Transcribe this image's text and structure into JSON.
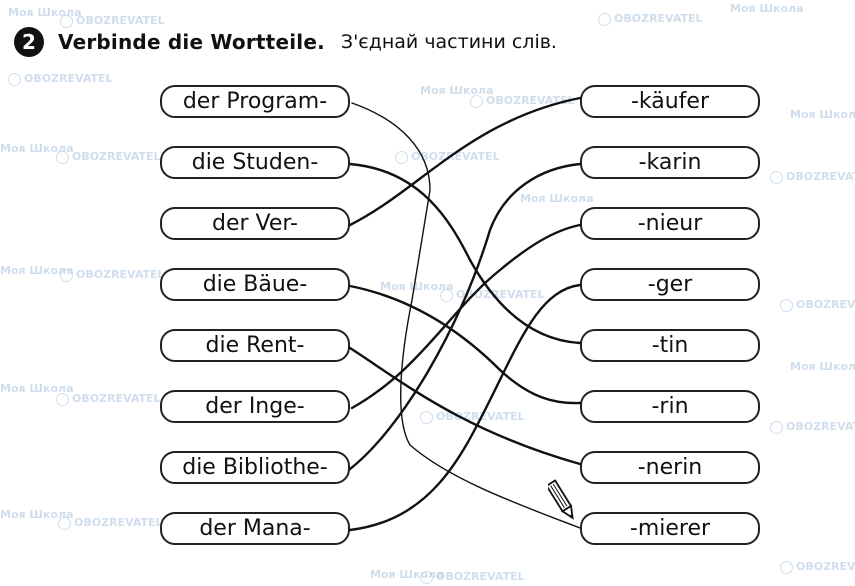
{
  "task": {
    "number": "2",
    "instruction_de": "Verbinde die Wortteile.",
    "instruction_uk": "З'єднай частини слів."
  },
  "left_parts": [
    "der Program-",
    "die Studen-",
    "der Ver-",
    "die Bäue-",
    "die Rent-",
    "der Inge-",
    "die Bibliothe-",
    "der Mana-"
  ],
  "right_parts": [
    "-käufer",
    "-karin",
    "-nieur",
    "-ger",
    "-tin",
    "-rin",
    "-nerin",
    "-mierer"
  ],
  "watermark": {
    "brand": "OBOZREVATEL",
    "label": "Моя Школа"
  },
  "icons": {
    "pencil": "pencil-icon",
    "watermark_logo": "obozrevatel-logo-icon"
  }
}
